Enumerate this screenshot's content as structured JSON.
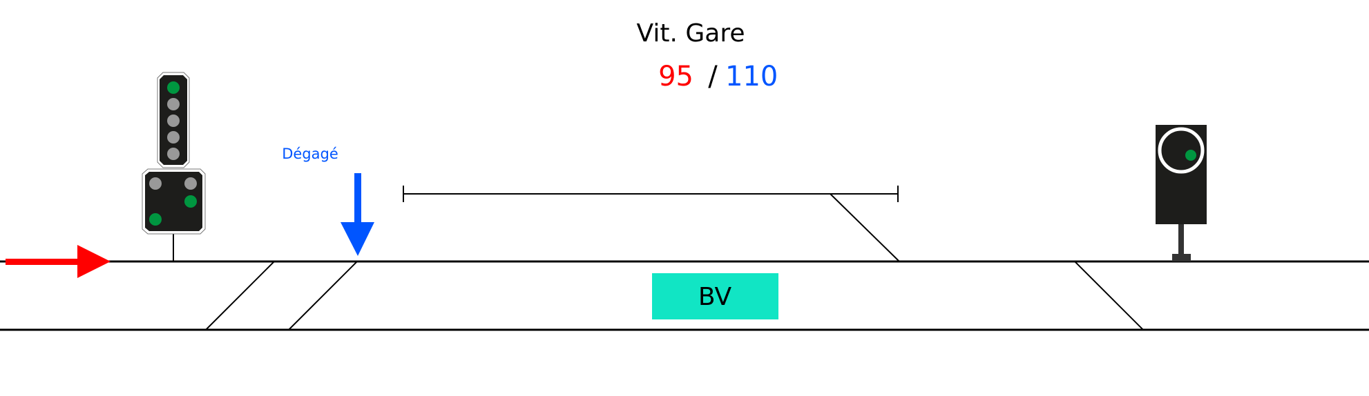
{
  "title": "Vit. Gare",
  "speed": {
    "current": "95",
    "separator": "/",
    "limit": "110"
  },
  "status_label": "Dégagé",
  "station_label": "BV",
  "colors": {
    "current_speed": "#ff0000",
    "limit_speed": "#0055ff",
    "status": "#0055ff",
    "station_box": "#11e5c4",
    "signal_green": "#009640",
    "signal_off": "#999999",
    "signal_body": "#1d1d1b",
    "direction_arrow": "#ff0000"
  },
  "signals": {
    "main_signal_upper_lights": [
      "green",
      "off",
      "off",
      "off",
      "off"
    ],
    "main_signal_lower_lights": [
      "off",
      "off",
      "green",
      "green"
    ],
    "right_signal_light": "green"
  }
}
